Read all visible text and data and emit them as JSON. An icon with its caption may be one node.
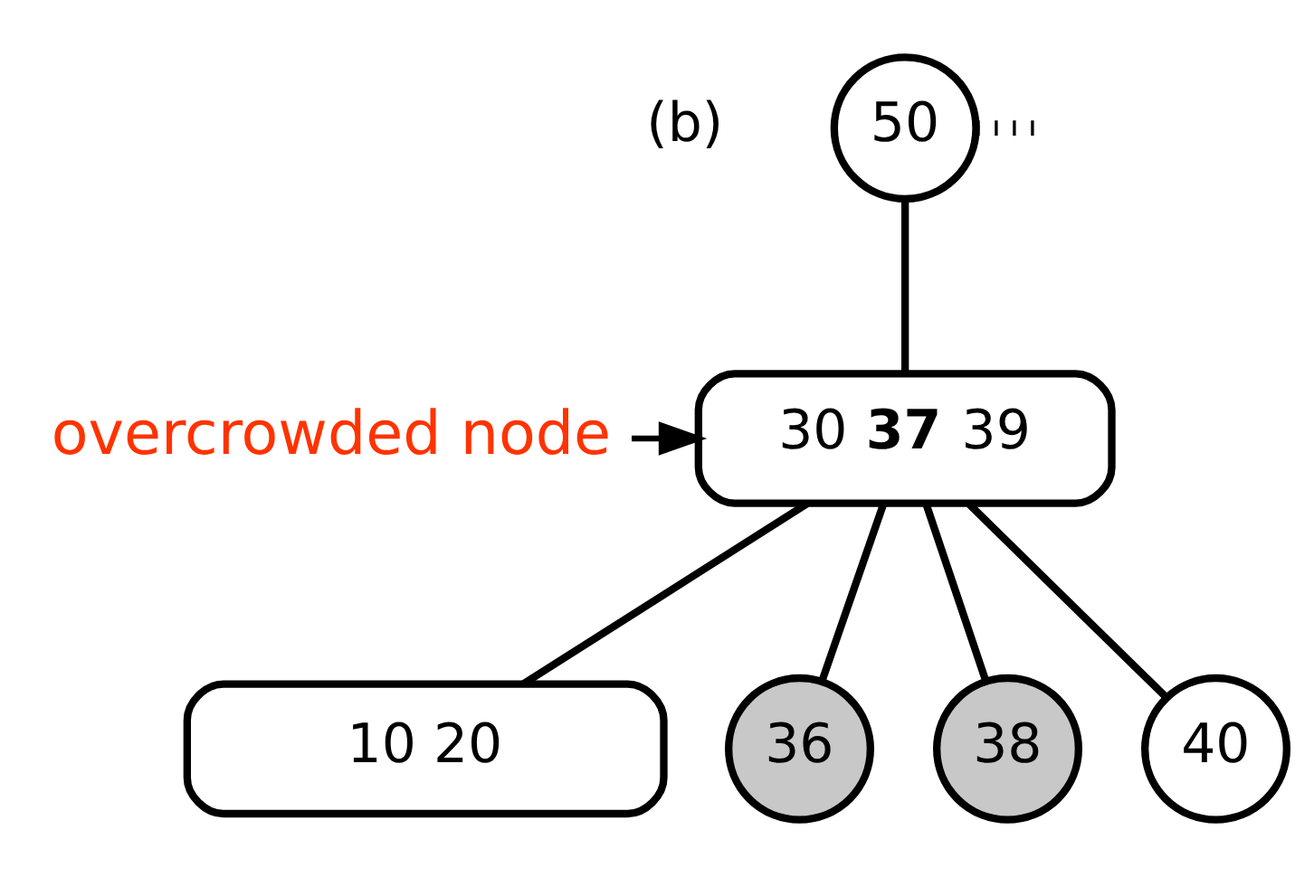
{
  "diagram": {
    "nodes": [
      {
        "text": [
          "50"
        ]
      },
      {
        "text": [
          "30 **37** 39"
        ]
      },
      {
        "text": [
          "10 20"
        ]
      },
      {
        "text": [
          "36"
        ]
      },
      {
        "text": [
          "38"
        ]
      },
      {
        "text": [
          "40"
        ]
      },
      {
        "text": [
          "overcrowded node"
        ]
      }
    ],
    "edges": [
      {
        "from": 0,
        "to": 1,
        "arrow": "none"
      },
      {
        "from": 0,
        "to": null,
        "arrow": "none",
        "style": "dashed"
      },
      {
        "from": 1,
        "to": 2,
        "arrow": "none"
      },
      {
        "from": 1,
        "to": 3,
        "arrow": "none"
      },
      {
        "from": 1,
        "to": 4,
        "arrow": "none"
      },
      {
        "from": 1,
        "to": 5,
        "arrow": "none"
      },
      {
        "from": 6,
        "to": 1,
        "arrow": "to"
      }
    ],
    "labels": [
      "(b)"
    ]
  }
}
